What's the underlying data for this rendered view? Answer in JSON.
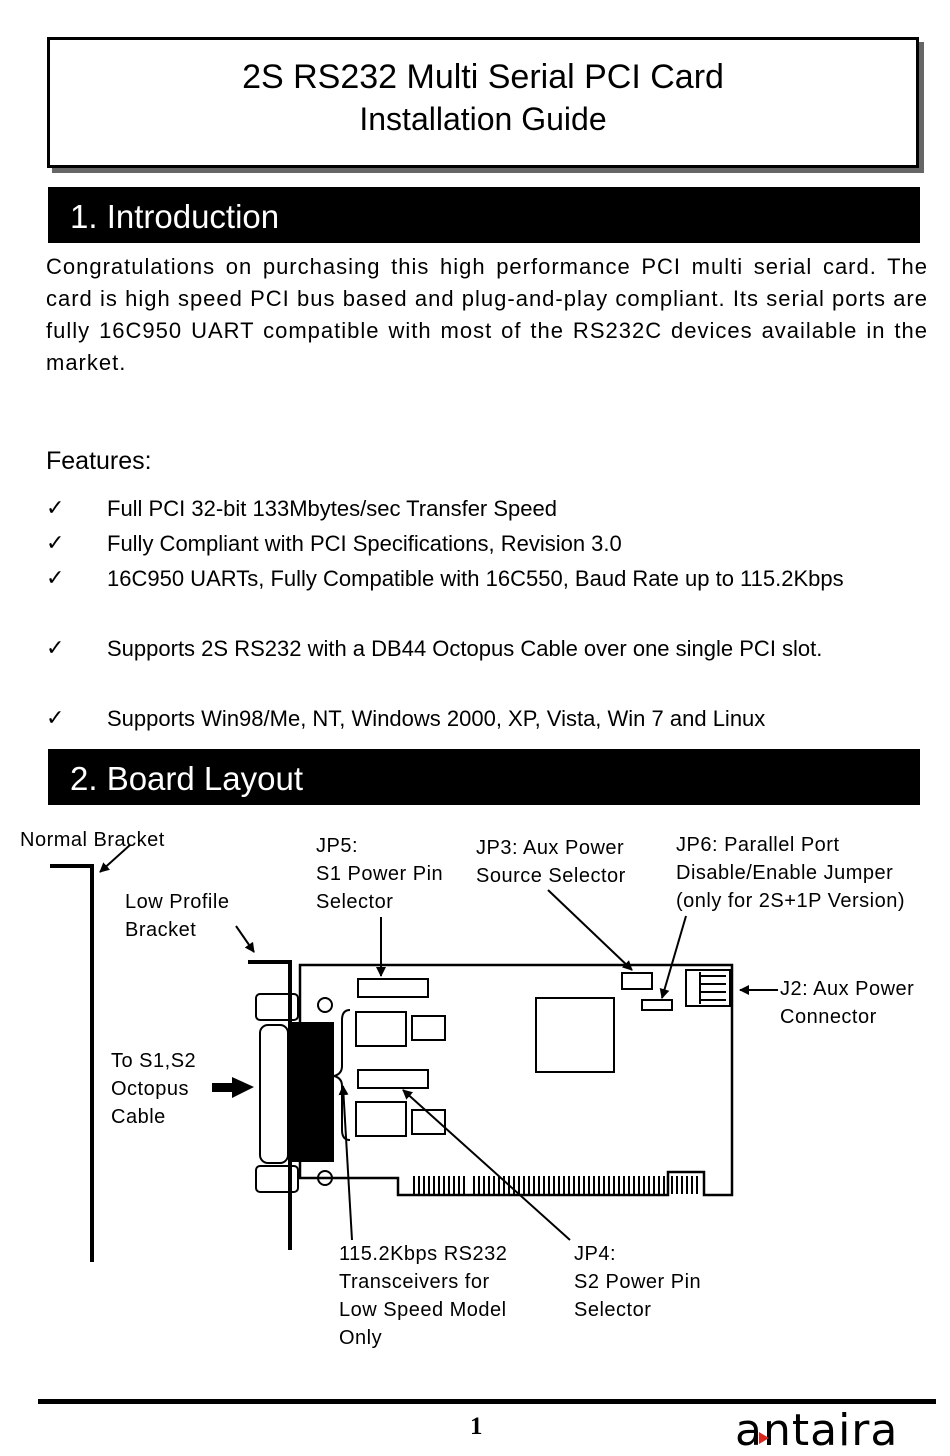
{
  "header": {
    "title": "2S RS232 Multi Serial PCI Card",
    "subtitle": "Installation Guide"
  },
  "intro": {
    "heading": "1. Introduction",
    "text": "Congratulations on purchasing this high performance PCI multi serial card. The card is high speed PCI bus based and plug-and-play compliant. Its serial ports are fully 16C950 UART compatible with most of the RS232C devices available in the market."
  },
  "features": {
    "heading": "Features:",
    "check_glyph": "✓",
    "items": [
      "Full PCI 32-bit 133Mbytes/sec Transfer Speed",
      "Fully Compliant with PCI Specifications, Revision 3.0",
      "16C950 UARTs, Fully Compatible with 16C550, Baud Rate up to 115.2Kbps",
      "Supports 2S RS232 with a DB44 Octopus Cable over one single PCI slot.",
      "Supports Win98/Me, NT, Windows 2000, XP, Vista, Win 7 and Linux"
    ]
  },
  "board": {
    "heading": "2. Board Layout",
    "labels": {
      "normal_bracket": "Normal Bracket",
      "low_profile": [
        "Low Profile",
        "Bracket"
      ],
      "jp5": [
        "JP5:",
        "S1 Power Pin",
        "Selector"
      ],
      "jp3": [
        "JP3: Aux Power",
        "Source Selector"
      ],
      "jp6": [
        "JP6: Parallel Port",
        "Disable/Enable Jumper",
        "(only for 2S+1P Version)"
      ],
      "j2": [
        "J2: Aux Power",
        "Connector"
      ],
      "octopus": [
        "To S1,S2",
        "Octopus",
        "Cable"
      ],
      "transceivers": [
        "115.2Kbps RS232",
        "Transceivers for",
        "Low Speed Model",
        "Only"
      ],
      "jp4": [
        "JP4:",
        "S2 Power Pin",
        "Selector"
      ]
    }
  },
  "footer": {
    "page_number": "1",
    "logo_text": "antaira",
    "logo_icon": "play-triangle-icon",
    "logo_accent": "#d9261c"
  }
}
